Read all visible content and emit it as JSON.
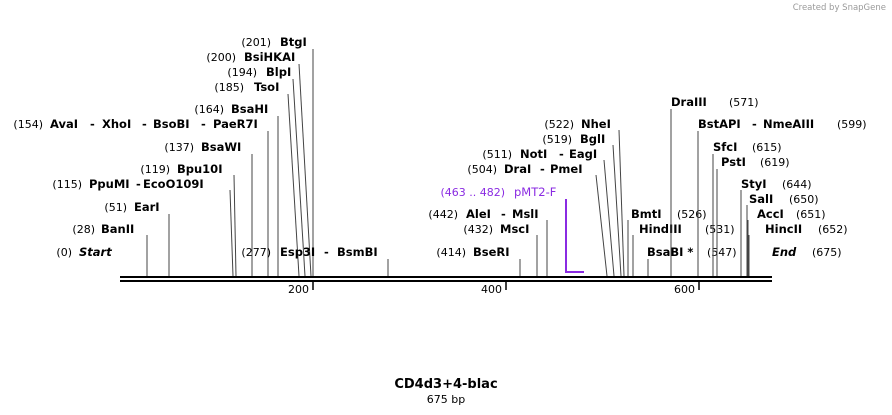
{
  "credit": "Created by SnapGene",
  "construct": {
    "name": "CD4d3+4-blac",
    "size": "675 bp"
  },
  "colors": {
    "primer": "#8a2be2",
    "line": "#000000",
    "credit": "#9a9a9a"
  },
  "axis_ticks": [
    "200",
    "400",
    "600"
  ],
  "features": [
    {
      "name": "pMT2-F",
      "range": "(463 .. 482)",
      "type": "primer"
    }
  ],
  "ends": {
    "start": {
      "pos": "(0)",
      "label": "Start"
    },
    "end": {
      "pos": "(675)",
      "label": "End"
    }
  },
  "sites": [
    {
      "pos": "(28)",
      "names": [
        "BanII"
      ]
    },
    {
      "pos": "(51)",
      "names": [
        "EarI"
      ]
    },
    {
      "pos": "(115)",
      "names": [
        "PpuMI",
        "EcoO109I"
      ]
    },
    {
      "pos": "(119)",
      "names": [
        "Bpu10I"
      ]
    },
    {
      "pos": "(137)",
      "names": [
        "BsaWI"
      ]
    },
    {
      "pos": "(154)",
      "names": [
        "AvaI",
        "XhoI",
        "BsoBI",
        "PaeR7I"
      ]
    },
    {
      "pos": "(164)",
      "names": [
        "BsaHI"
      ]
    },
    {
      "pos": "(185)",
      "names": [
        "TsoI"
      ]
    },
    {
      "pos": "(194)",
      "names": [
        "BlpI"
      ]
    },
    {
      "pos": "(200)",
      "names": [
        "BsiHKAI"
      ]
    },
    {
      "pos": "(201)",
      "names": [
        "BtgI"
      ]
    },
    {
      "pos": "(277)",
      "names": [
        "Esp3I",
        "BsmBI"
      ]
    },
    {
      "pos": "(414)",
      "names": [
        "BseRI"
      ]
    },
    {
      "pos": "(432)",
      "names": [
        "MscI"
      ]
    },
    {
      "pos": "(442)",
      "names": [
        "AleI",
        "MslI"
      ]
    },
    {
      "pos": "(504)",
      "names": [
        "DraI",
        "PmeI"
      ]
    },
    {
      "pos": "(511)",
      "names": [
        "NotI",
        "EagI"
      ]
    },
    {
      "pos": "(519)",
      "names": [
        "BglI"
      ]
    },
    {
      "pos": "(522)",
      "names": [
        "NheI"
      ]
    },
    {
      "pos": "(526)",
      "names": [
        "BmtI"
      ]
    },
    {
      "pos": "(531)",
      "names": [
        "HindIII"
      ]
    },
    {
      "pos": "(547)",
      "names": [
        "BsaBI *"
      ]
    },
    {
      "pos": "(571)",
      "names": [
        "DraIII"
      ]
    },
    {
      "pos": "(599)",
      "names": [
        "BstAPI",
        "NmeAIII"
      ]
    },
    {
      "pos": "(615)",
      "names": [
        "SfcI"
      ]
    },
    {
      "pos": "(619)",
      "names": [
        "PstI"
      ]
    },
    {
      "pos": "(644)",
      "names": [
        "StyI"
      ]
    },
    {
      "pos": "(650)",
      "names": [
        "SalI"
      ]
    },
    {
      "pos": "(651)",
      "names": [
        "AccI"
      ]
    },
    {
      "pos": "(652)",
      "names": [
        "HincII"
      ]
    }
  ]
}
